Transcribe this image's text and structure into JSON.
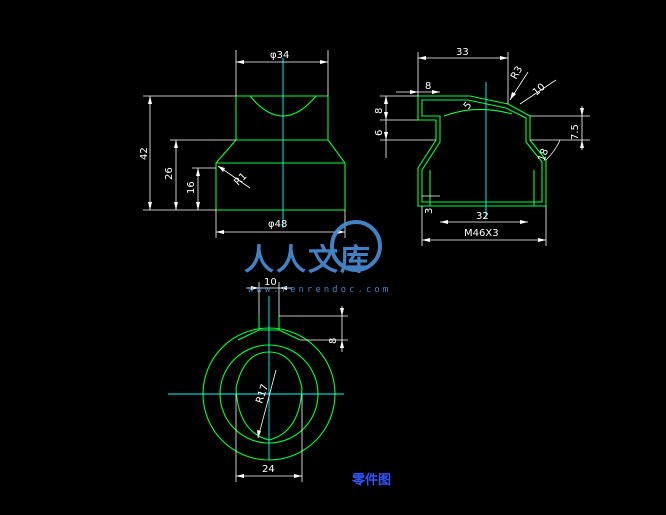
{
  "dimensions": {
    "d34": "φ34",
    "d48": "φ48",
    "h42": "42",
    "h26": "26",
    "h16": "16",
    "r1": "R1",
    "w33": "33",
    "w8top": "8",
    "r3": "R3",
    "a10": "10",
    "v8": "8",
    "v6": "6",
    "d5": "5",
    "v75": "7.5",
    "a18": "18",
    "v3": "3",
    "w32": "32",
    "thread": "M46X3",
    "w10": "10",
    "v8b": "8",
    "r17": "R17",
    "w24": "24"
  },
  "watermark": {
    "brand": "人人文库",
    "url": "www.renrendoc.com"
  },
  "caption": "零件图",
  "colors": {
    "background": "#000000",
    "outline": "#00ff33",
    "centerline": "#00ffff",
    "dimension": "#ffffff",
    "caption": "#3355ff",
    "watermark": "#4a8fd8"
  }
}
